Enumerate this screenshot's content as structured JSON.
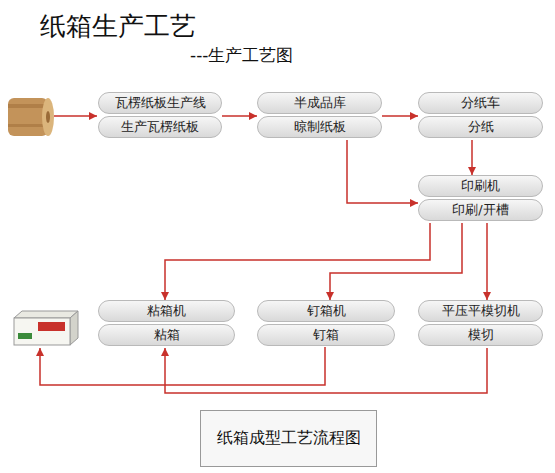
{
  "diagram": {
    "title": "纸箱生产工艺",
    "caption": "纸箱成型工艺流程图",
    "nodes": [
      {
        "text": [
          "瓦楞纸板生产线",
          "生产瓦楞纸板"
        ]
      },
      {
        "text": [
          "半成品库",
          "晾制纸板"
        ]
      },
      {
        "text": [
          "分纸车",
          "分纸"
        ]
      },
      {
        "text": [
          "印刷机",
          "印刷/开槽"
        ]
      },
      {
        "text": [
          "粘箱机",
          "粘箱"
        ]
      },
      {
        "text": [
          "钉箱机",
          "钉箱"
        ]
      },
      {
        "text": [
          "平压平模切机",
          "模切"
        ]
      }
    ],
    "edges": [
      {
        "from": 0,
        "to": 1,
        "arrow": "to"
      },
      {
        "from": 1,
        "to": 2,
        "arrow": "to"
      },
      {
        "from": 2,
        "to": 3,
        "arrow": "to"
      },
      {
        "from": 1,
        "to": 3,
        "arrow": "to"
      },
      {
        "from": 3,
        "to": 4,
        "arrow": "to"
      },
      {
        "from": 3,
        "to": 5,
        "arrow": "to"
      },
      {
        "from": 3,
        "to": 6,
        "arrow": "to"
      },
      {
        "from": 6,
        "to": 4,
        "arrow": "to"
      }
    ],
    "labels": [
      "---生产工艺图"
    ]
  }
}
